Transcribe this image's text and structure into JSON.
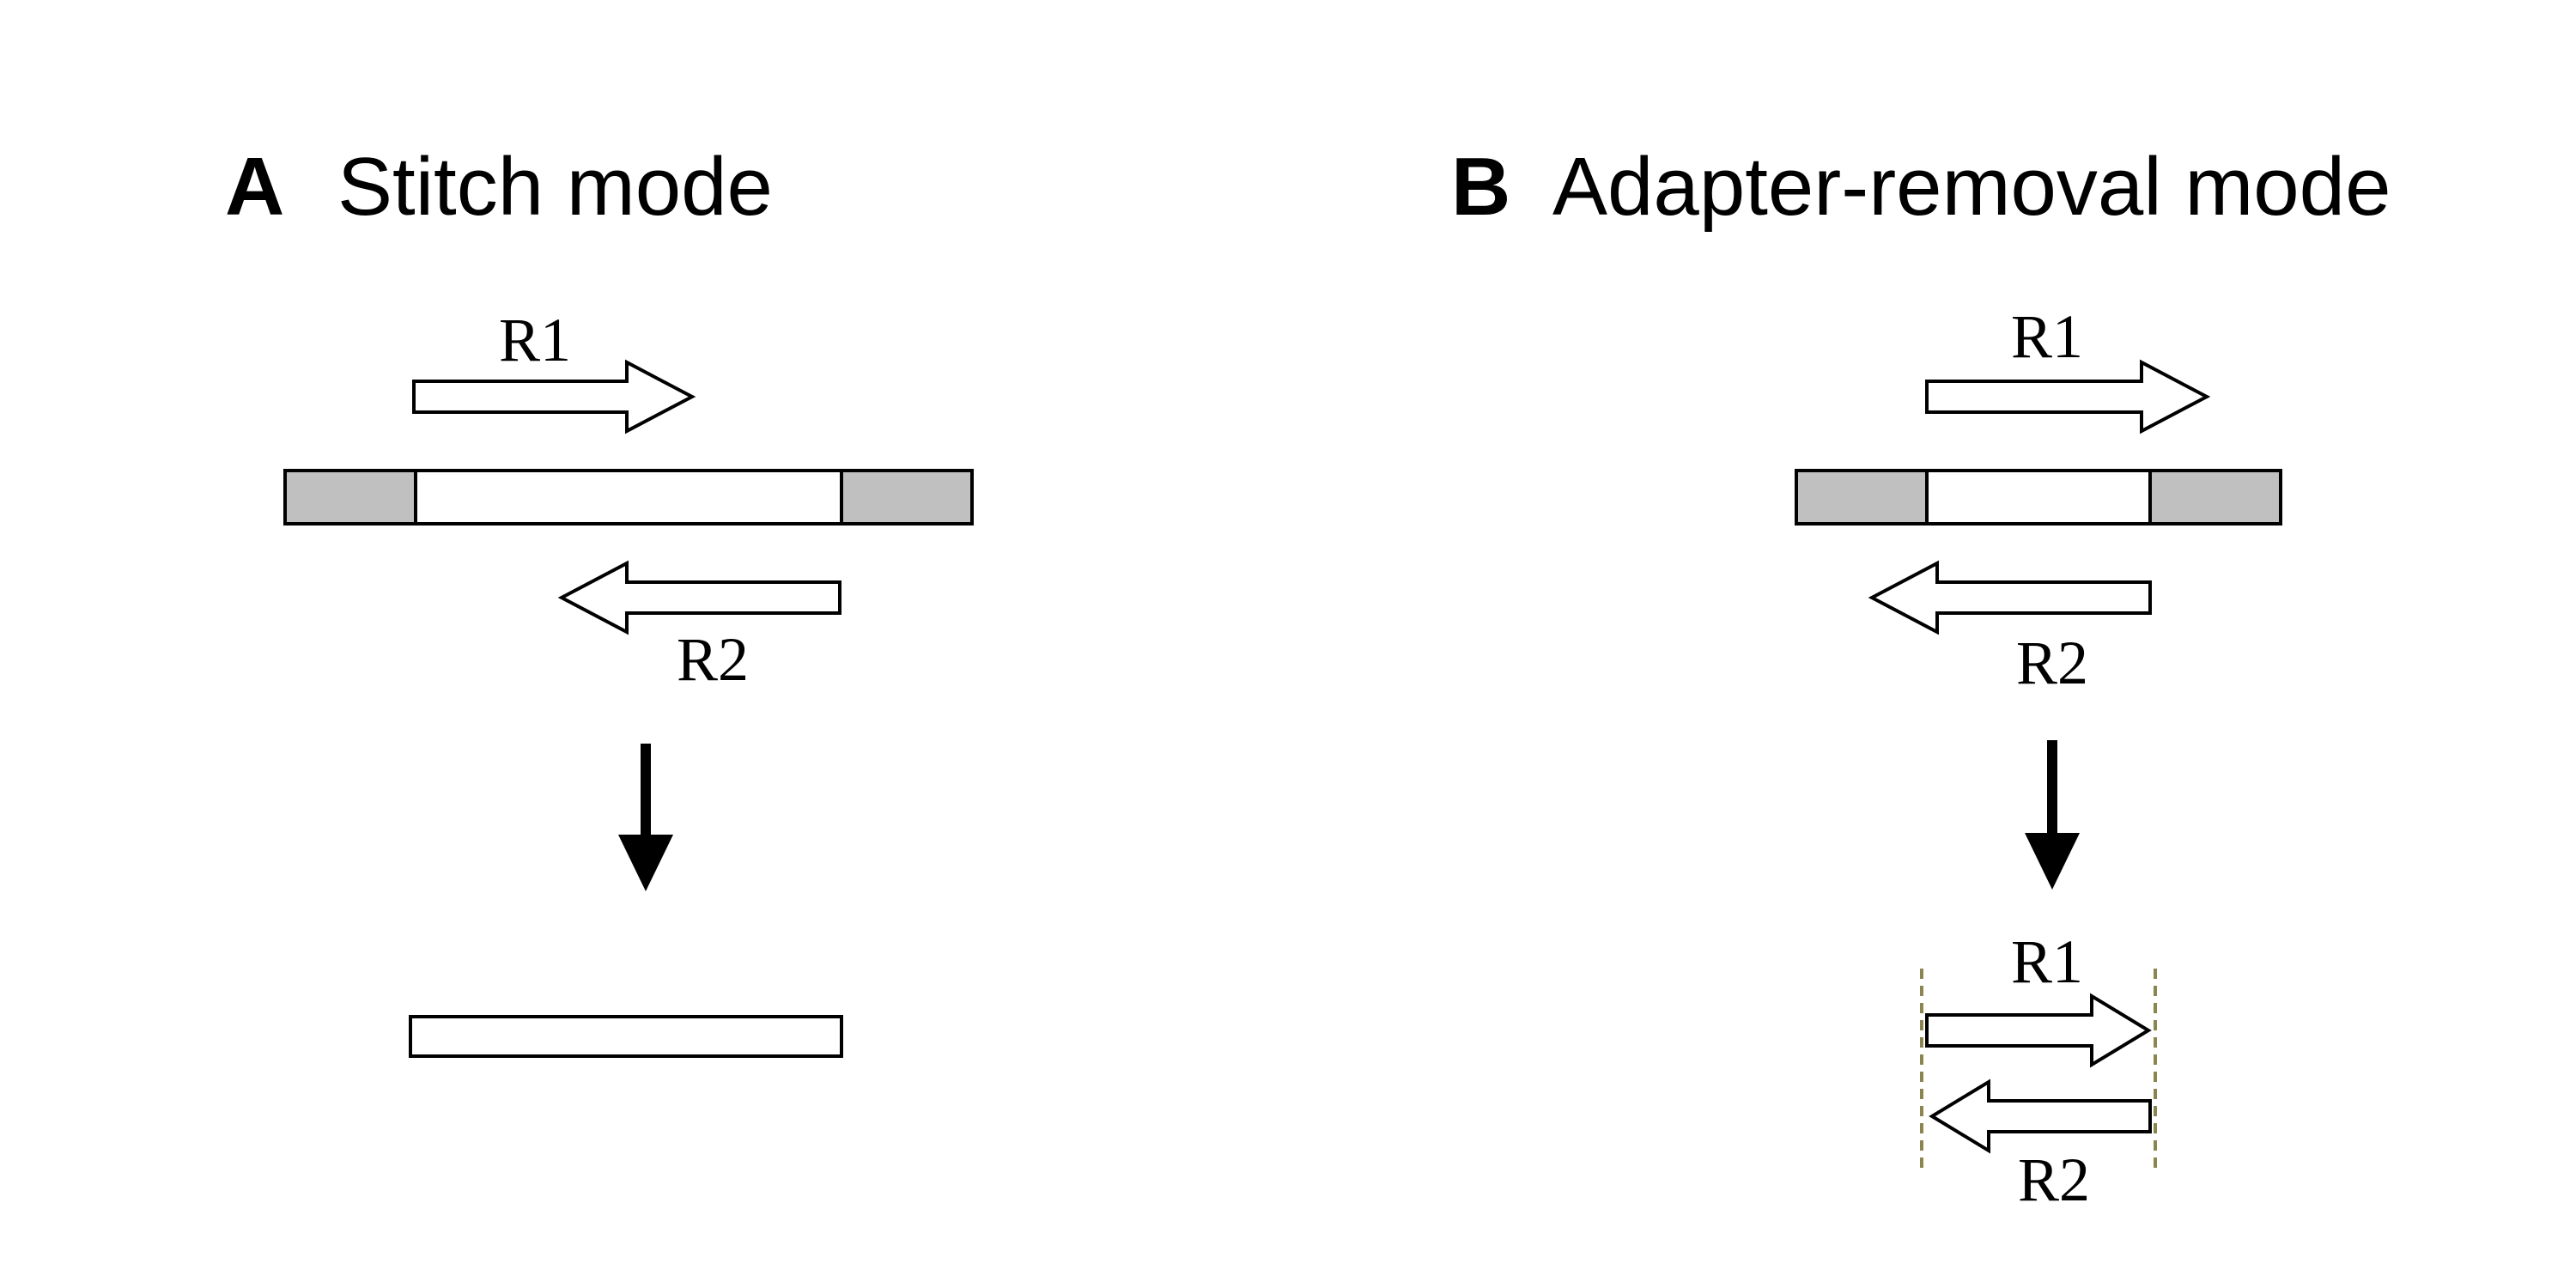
{
  "panel_a": {
    "letter": "A",
    "title": "Stitch mode",
    "labels": {
      "r1": "R1",
      "r2": "R2"
    }
  },
  "panel_b": {
    "letter": "B",
    "title": "Adapter-removal mode",
    "labels": {
      "r1_top": "R1",
      "r2_top": "R2",
      "r1_bottom": "R1",
      "r2_bottom": "R2"
    }
  },
  "colors": {
    "adapter_fill": "#c0c0c0",
    "insert_fill": "#ffffff",
    "outline": "#000000",
    "trim_line": "#8b8650"
  }
}
